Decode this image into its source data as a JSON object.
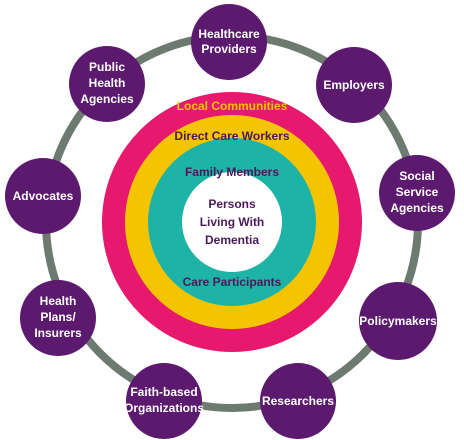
{
  "colors": {
    "node": "#5b1a6e",
    "connector_ring": "#6d7a70",
    "outer_ring": "#e6196f",
    "middle_ring": "#f5c400",
    "inner_ring": "#1db3a6",
    "center": "#ffffff",
    "ring_text_dark": "#4a1a5c"
  },
  "center": {
    "lines": [
      "Persons",
      "Living With",
      "Dementia"
    ]
  },
  "rings": {
    "outer_label": "Local Communities",
    "middle_label": "Direct Care Workers",
    "inner_top_label": "Family Members",
    "inner_bottom_label": "Care Participants"
  },
  "stakeholders": [
    {
      "id": "healthcare-providers",
      "lines": [
        "Healthcare",
        "Providers"
      ]
    },
    {
      "id": "employers",
      "lines": [
        "Employers"
      ]
    },
    {
      "id": "social-service-agencies",
      "lines": [
        "Social",
        "Service",
        "Agencies"
      ]
    },
    {
      "id": "policymakers",
      "lines": [
        "Policymakers"
      ]
    },
    {
      "id": "researchers",
      "lines": [
        "Researchers"
      ]
    },
    {
      "id": "faith-based-organizations",
      "lines": [
        "Faith-based",
        "Organizations"
      ]
    },
    {
      "id": "health-plans-insurers",
      "lines": [
        "Health",
        "Plans/",
        "Insurers"
      ]
    },
    {
      "id": "advocates",
      "lines": [
        "Advocates"
      ]
    },
    {
      "id": "public-health-agencies",
      "lines": [
        "Public",
        "Health",
        "Agencies"
      ]
    }
  ]
}
